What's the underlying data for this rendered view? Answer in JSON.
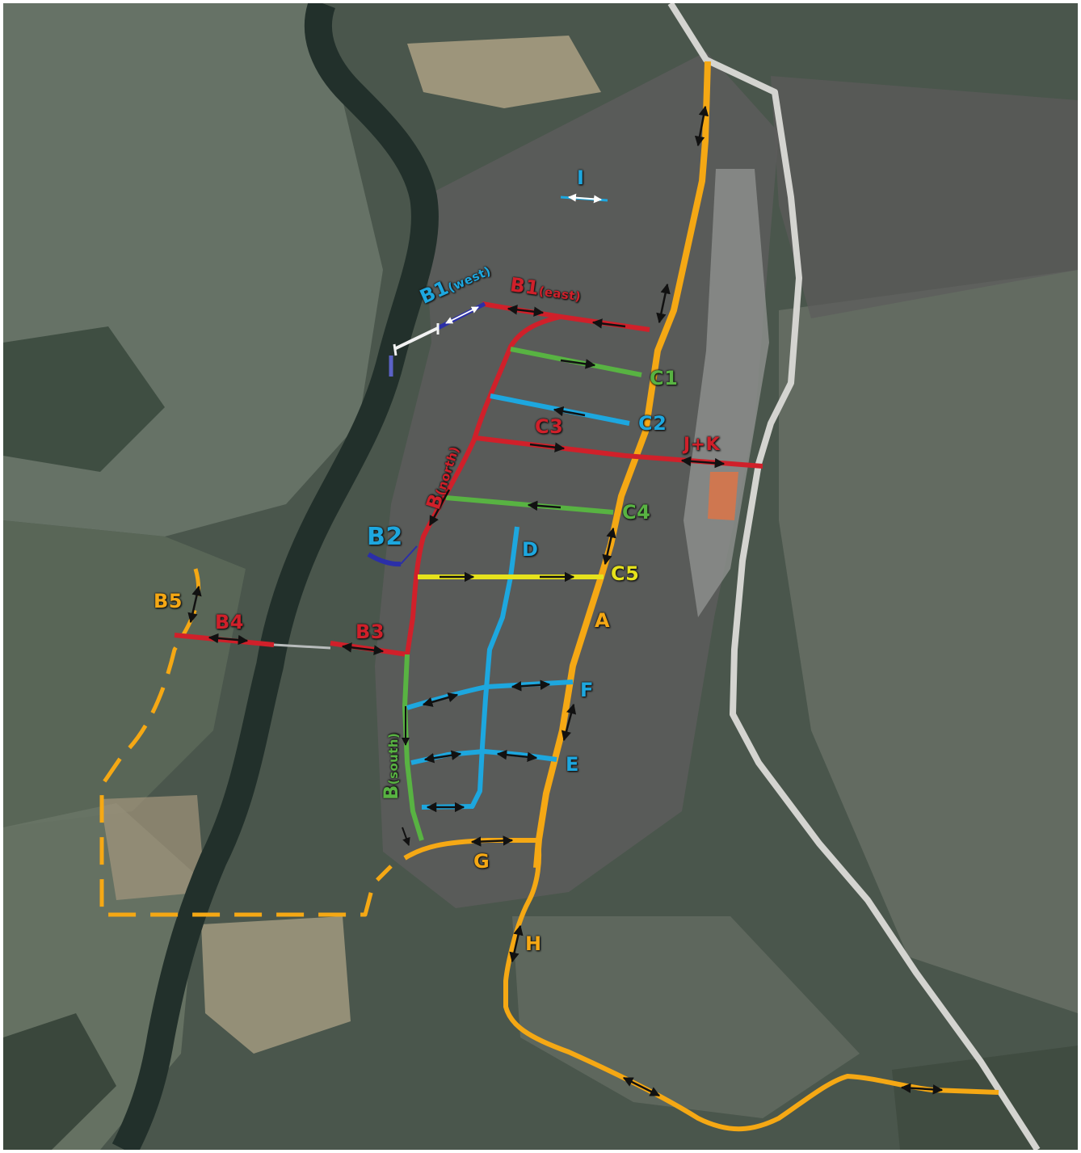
{
  "colors": {
    "orange": "#f5a814",
    "red": "#d0202a",
    "green": "#58b342",
    "blue": "#1da7df",
    "yellow": "#e6e21c",
    "navy": "#2b2fa8",
    "white": "#f2f2f2",
    "highway": "#d4d4d0",
    "river": "#23312c",
    "arrow": "#111111"
  },
  "labels": {
    "I": "I",
    "B1_west": "B1",
    "B1_west_sub": "(west)",
    "B1_east": "B1",
    "B1_east_sub": "(east)",
    "C1": "C1",
    "C2": "C2",
    "C3": "C3",
    "JK": "J+K",
    "B_north": "B",
    "B_north_sub": "(north)",
    "C4": "C4",
    "B2": "B2",
    "D": "D",
    "C5": "C5",
    "B5": "B5",
    "B4": "B4",
    "B3": "B3",
    "A": "A",
    "F": "F",
    "E": "E",
    "B_south": "B",
    "B_south_sub": "(south)",
    "G": "G",
    "H": "H"
  },
  "route_colors": {
    "A": "orange",
    "G": "orange",
    "H": "orange",
    "B5": "orange",
    "B1_east": "red",
    "C3": "red",
    "JK": "red",
    "B_north": "red",
    "B3": "red",
    "B4": "red",
    "C1": "green",
    "C4": "green",
    "B_south": "green",
    "C2": "blue",
    "D": "blue",
    "E": "blue",
    "F": "blue",
    "I": "blue",
    "C5": "yellow",
    "B1_west": "navy",
    "B2": "navy"
  },
  "legend_markers": {
    "two_way": "double-arrow",
    "one_way": "single-arrow"
  }
}
